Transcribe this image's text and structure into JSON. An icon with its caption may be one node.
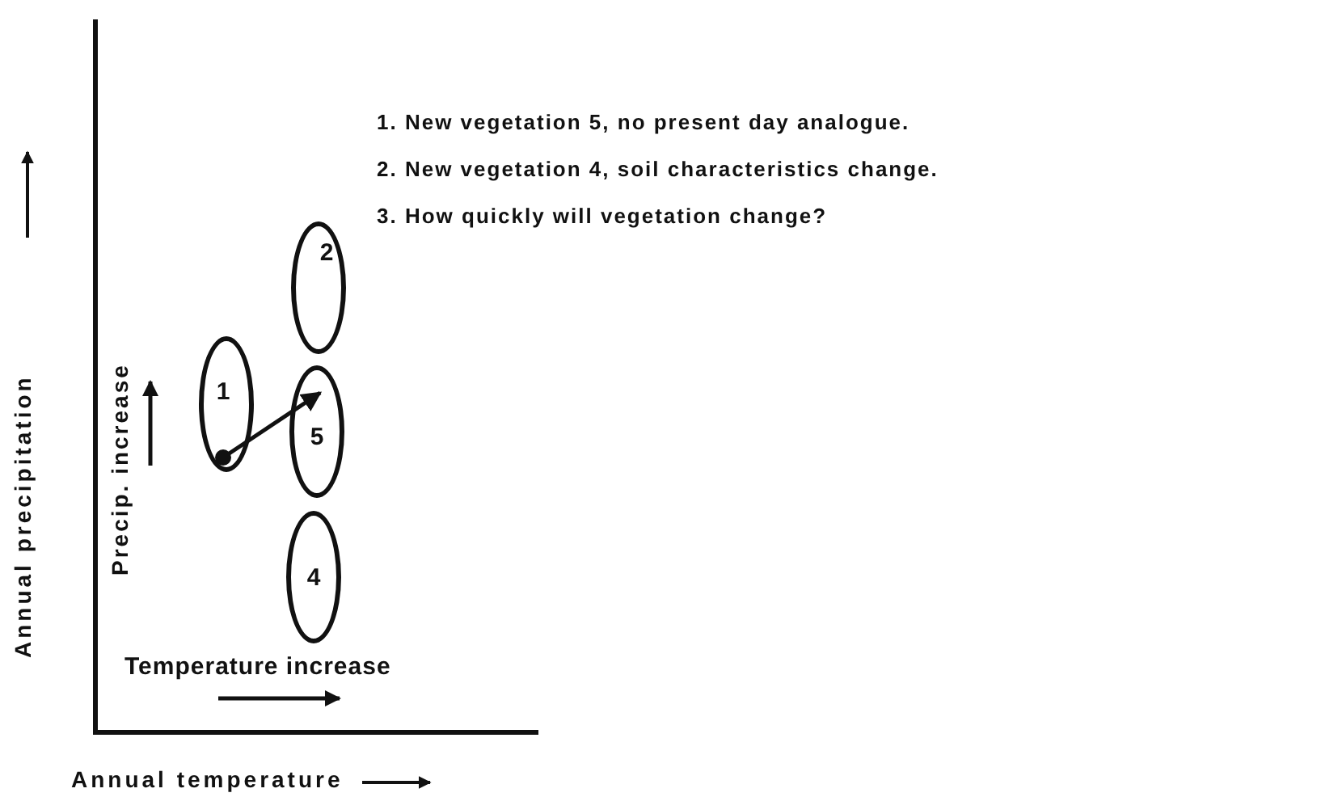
{
  "diagram": {
    "nodes": [
      {
        "text": [
          "2"
        ]
      },
      {
        "text": [
          "1"
        ]
      },
      {
        "text": [
          "5"
        ]
      },
      {
        "text": [
          "4"
        ]
      }
    ],
    "edges": [
      {
        "from": 1,
        "to": 2,
        "arrow": "to"
      }
    ],
    "labels": [
      "1. New vegetation 5, no present day analogue.",
      "2. New vegetation 4, soil characteristics change.",
      "3. How quickly will vegetation change?",
      "Precip. increase",
      "Temperature increase",
      "Annual precipitation",
      "Annual temperature"
    ]
  }
}
